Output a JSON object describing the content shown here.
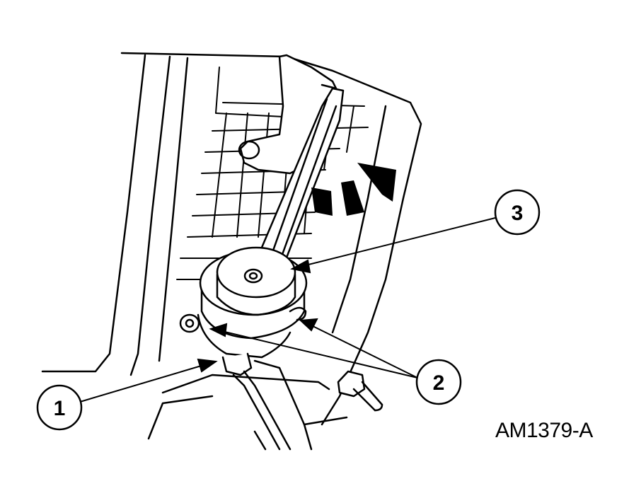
{
  "callouts": [
    {
      "id": "1",
      "label": "1"
    },
    {
      "id": "2",
      "label": "2"
    },
    {
      "id": "3",
      "label": "3"
    }
  ],
  "figure_id": "AM1379-A",
  "colors": {
    "ink": "#000000",
    "paper": "#ffffff"
  }
}
